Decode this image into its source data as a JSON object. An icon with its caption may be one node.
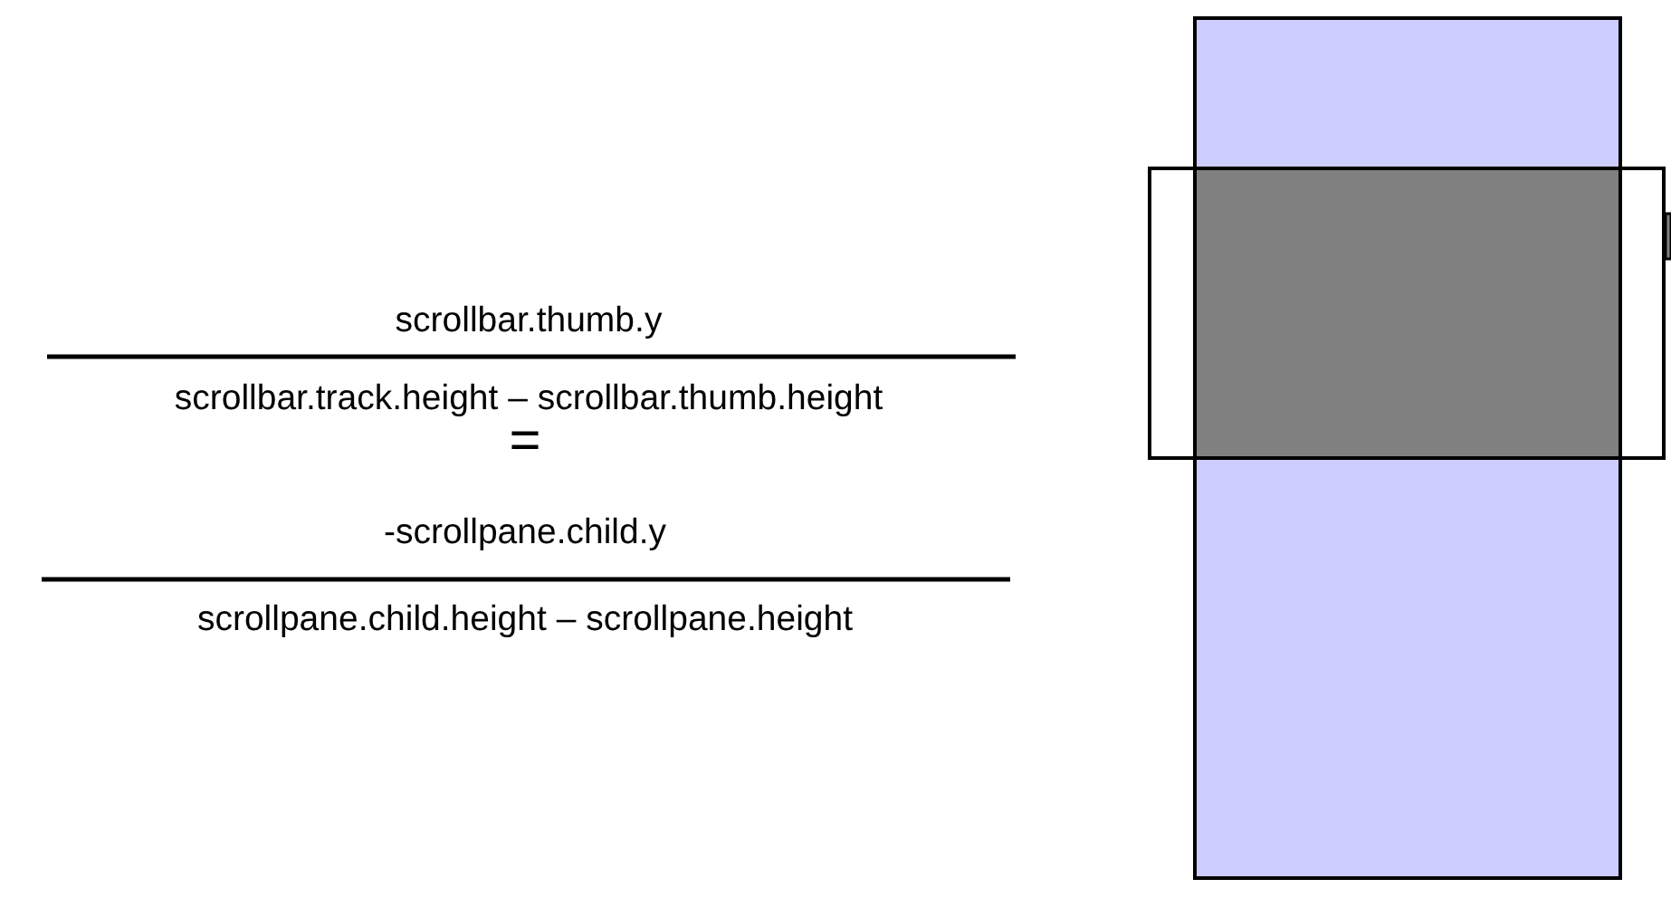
{
  "diagram": {
    "labels": [
      "scrollbar.thumb.y",
      "scrollbar.track.height – scrollbar.thumb.height",
      "=",
      "-scrollpane.child.y",
      "scrollpane.child.height – scrollpane.height"
    ]
  }
}
